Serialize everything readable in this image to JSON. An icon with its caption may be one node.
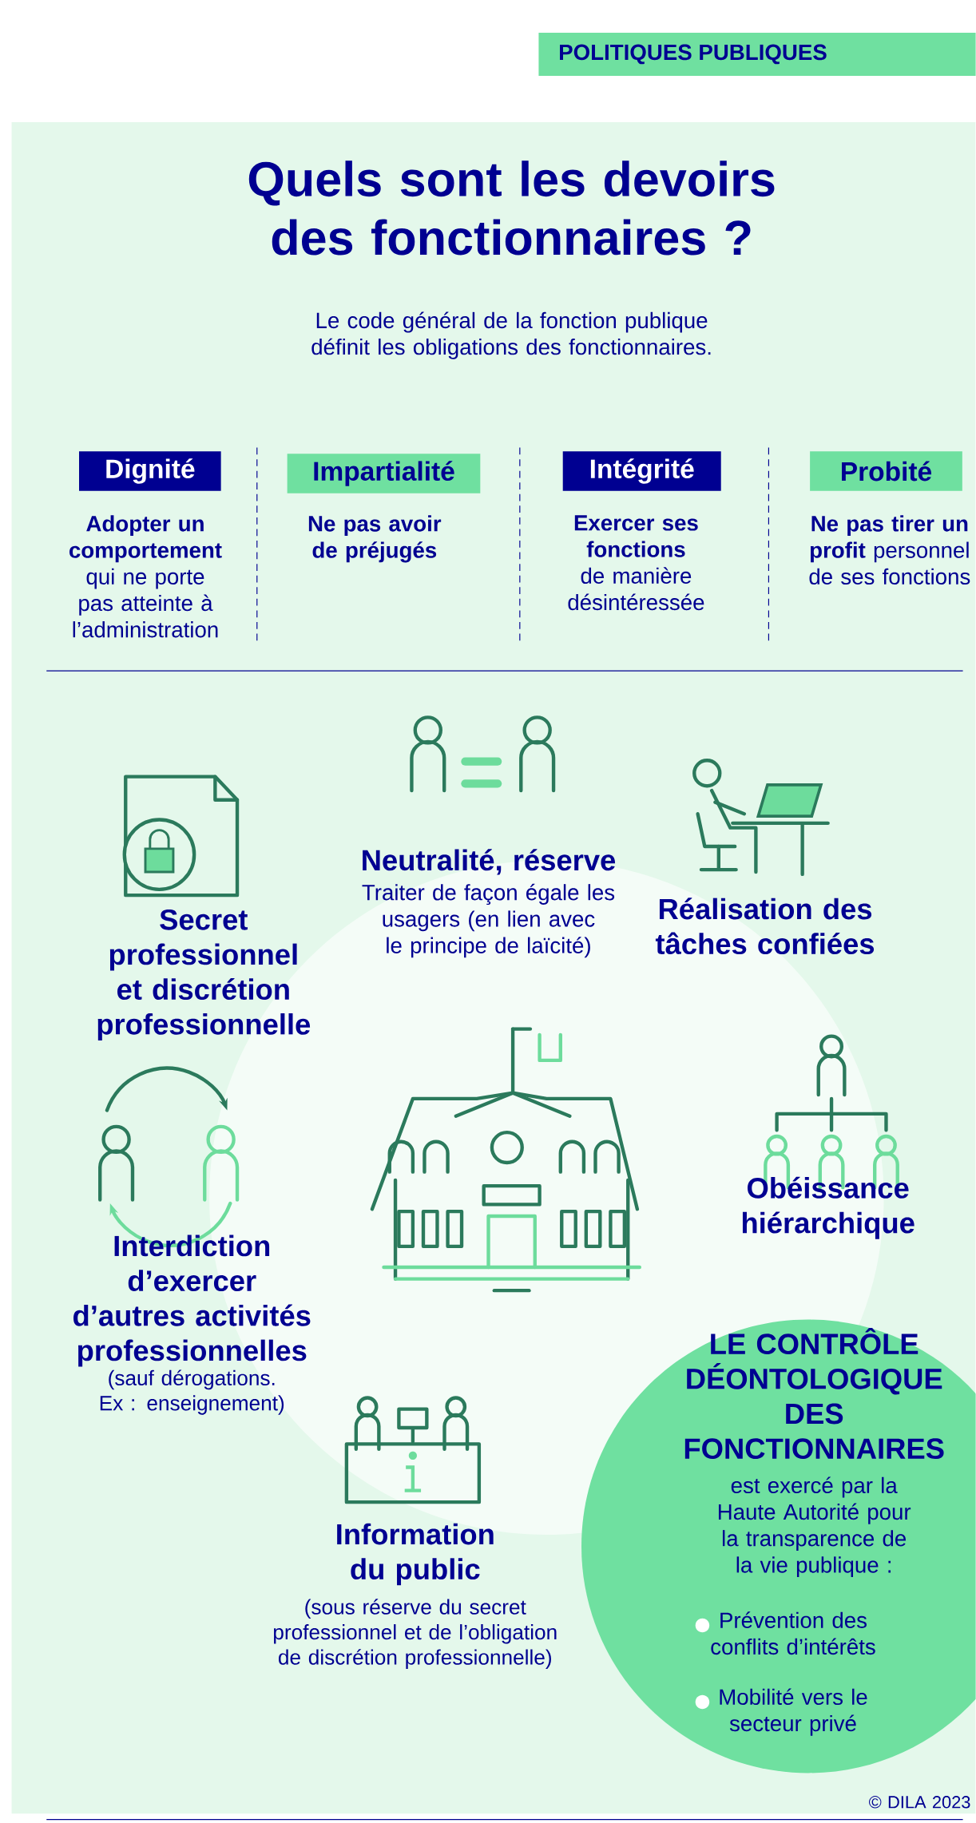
{
  "diagram": {
    "title": "Quels sont les devoirs des fonctionnaires ?",
    "nodes": [
      {
        "text": [
          "POLITIQUES PUBLIQUES"
        ]
      },
      {
        "text": [
          "Dignité"
        ],
        "beside": [
          "**Adopter un comportement** qui ne porte pas atteinte à l’administration"
        ]
      },
      {
        "text": [
          "Impartialité"
        ],
        "beside": [
          "**Ne pas avoir de préjugés**"
        ]
      },
      {
        "text": [
          "Intégrité"
        ],
        "beside": [
          "**Exercer ses fonctions** de manière désintéressée"
        ]
      },
      {
        "text": [
          "Probité"
        ],
        "beside": [
          "**Ne pas tirer un profit** personnel de ses fonctions"
        ]
      },
      {
        "text": [
          "LE CONTRÔLE DÉONTOLOGIQUE DES FONCTIONNAIRES",
          "est exercé par la Haute Autorité pour la transparence de la vie publique :",
          "Prévention des conflits d’intérêts",
          "Mobilité vers le secteur privé"
        ]
      }
    ],
    "labels": [
      "Le code général de la fonction publique définit les obligations des fonctionnaires.",
      "Neutralité, réserve",
      "Traiter de façon égale les usagers (en lien avec le principe de laïcité)",
      "Secret professionnel et discrétion professionnelle",
      "Réalisation des tâches confiées",
      "Obéissance hiérarchique",
      "Interdiction d’exercer d’autres activités professionnelles",
      "(sauf dérogations. Ex : enseignement)",
      "Information du public",
      "(sous réserve du secret professionnel et de l’obligation de discrétion professionnelle)",
      "© DILA 2023"
    ]
  }
}
